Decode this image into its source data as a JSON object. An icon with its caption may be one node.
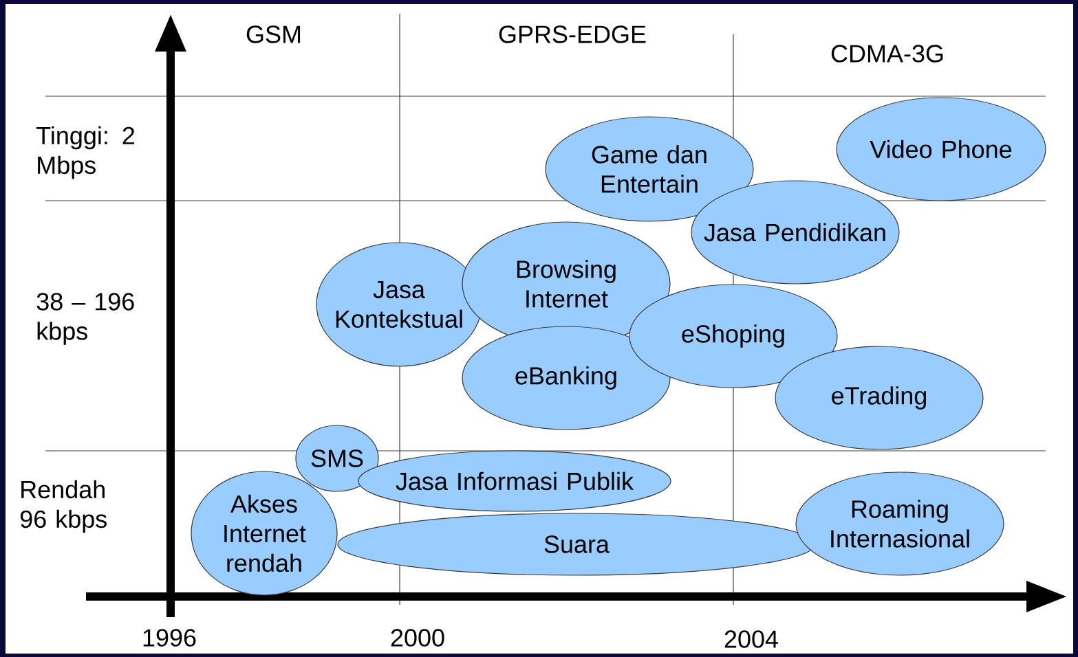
{
  "diagram": {
    "nodes": [
      {
        "text": [
          "Game dan Entertain"
        ]
      },
      {
        "text": [
          "Video Phone"
        ]
      },
      {
        "text": [
          "Jasa Pendidikan"
        ]
      },
      {
        "text": [
          "Jasa Kontekstual"
        ]
      },
      {
        "text": [
          "Browsing Internet"
        ]
      },
      {
        "text": [
          "eBanking"
        ]
      },
      {
        "text": [
          "eShoping"
        ]
      },
      {
        "text": [
          "eTrading"
        ]
      },
      {
        "text": [
          "SMS"
        ]
      },
      {
        "text": [
          "Jasa Informasi Publik"
        ]
      },
      {
        "text": [
          "Akses Internet rendah"
        ]
      },
      {
        "text": [
          "Suara"
        ]
      },
      {
        "text": [
          "Roaming Internasional"
        ]
      }
    ],
    "edges": [],
    "labels": [
      "GSM",
      "GPRS-EDGE",
      "CDMA-3G",
      "Tinggi: 2 Mbps",
      "38 – 196 kbps",
      "Rendah 96 kbps",
      "1996",
      "2000",
      "2004"
    ]
  }
}
